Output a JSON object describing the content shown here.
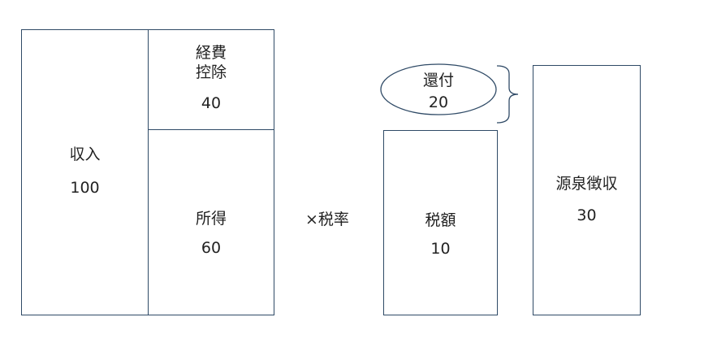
{
  "diagram": {
    "income": {
      "label": "収入",
      "value": "100"
    },
    "expenses": {
      "label": "経費\n控除",
      "value": "40"
    },
    "earnings": {
      "label": "所得",
      "value": "60"
    },
    "multiplier": "×税率",
    "refund": {
      "label": "還付",
      "value": "20"
    },
    "tax": {
      "label": "税額",
      "value": "10"
    },
    "withholding": {
      "label": "源泉徴収",
      "value": "30"
    }
  },
  "colors": {
    "box_border": "#2f4a66",
    "text": "#222222",
    "background": "#ffffff"
  }
}
